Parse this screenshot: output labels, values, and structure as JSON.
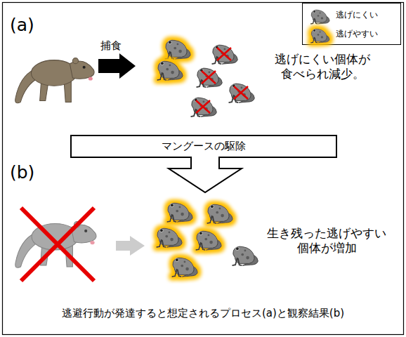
{
  "diagram": {
    "caption": "逃避行動が発達すると想定されるプロセス(a)と観察結果(b)",
    "nodes": [
      {
        "text": [
          "マングースの駆除"
        ]
      }
    ],
    "labels": [
      "(a)",
      "捕食",
      "逃げにくい個体が 食べられ減少。",
      "(b)",
      "生き残った逃げやすい 個体が増加"
    ],
    "legend": [
      {
        "text": "逃げにくい"
      },
      {
        "text": "逃げやすい"
      }
    ]
  }
}
